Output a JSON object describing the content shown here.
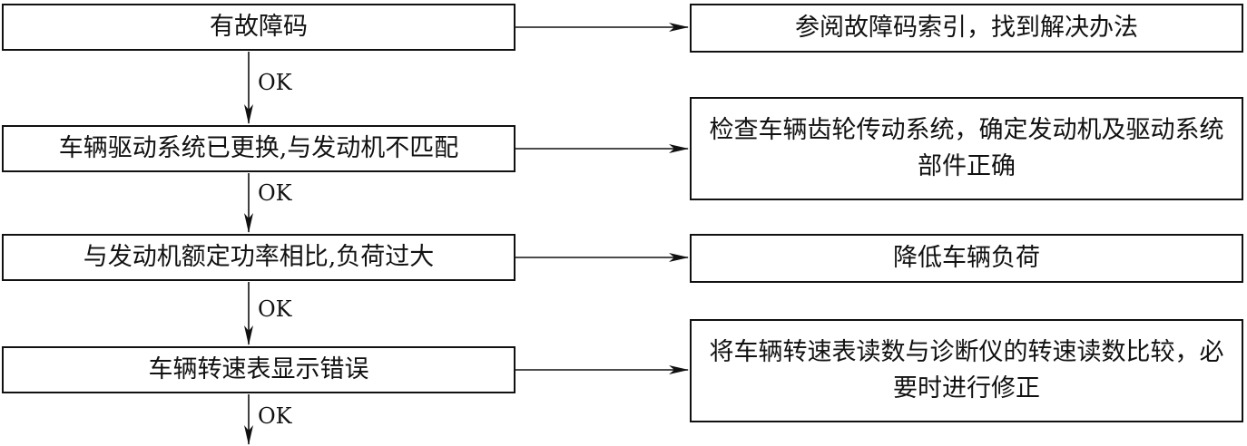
{
  "flow": {
    "steps": [
      {
        "condition": "有故障码",
        "action": "参阅故障码索引，找到解决办法"
      },
      {
        "condition": "车辆驱动系统已更换,与发动机不匹配",
        "action": "检查车辆齿轮传动系统，确定发动机及驱动系统部件正确"
      },
      {
        "condition": "与发动机额定功率相比,负荷过大",
        "action": "降低车辆负荷"
      },
      {
        "condition": "车辆转速表显示错误",
        "action": "将车辆转速表读数与诊断仪的转速读数比较，必要时进行修正"
      }
    ],
    "ok_labels": [
      "OK",
      "OK",
      "OK",
      "OK"
    ]
  }
}
